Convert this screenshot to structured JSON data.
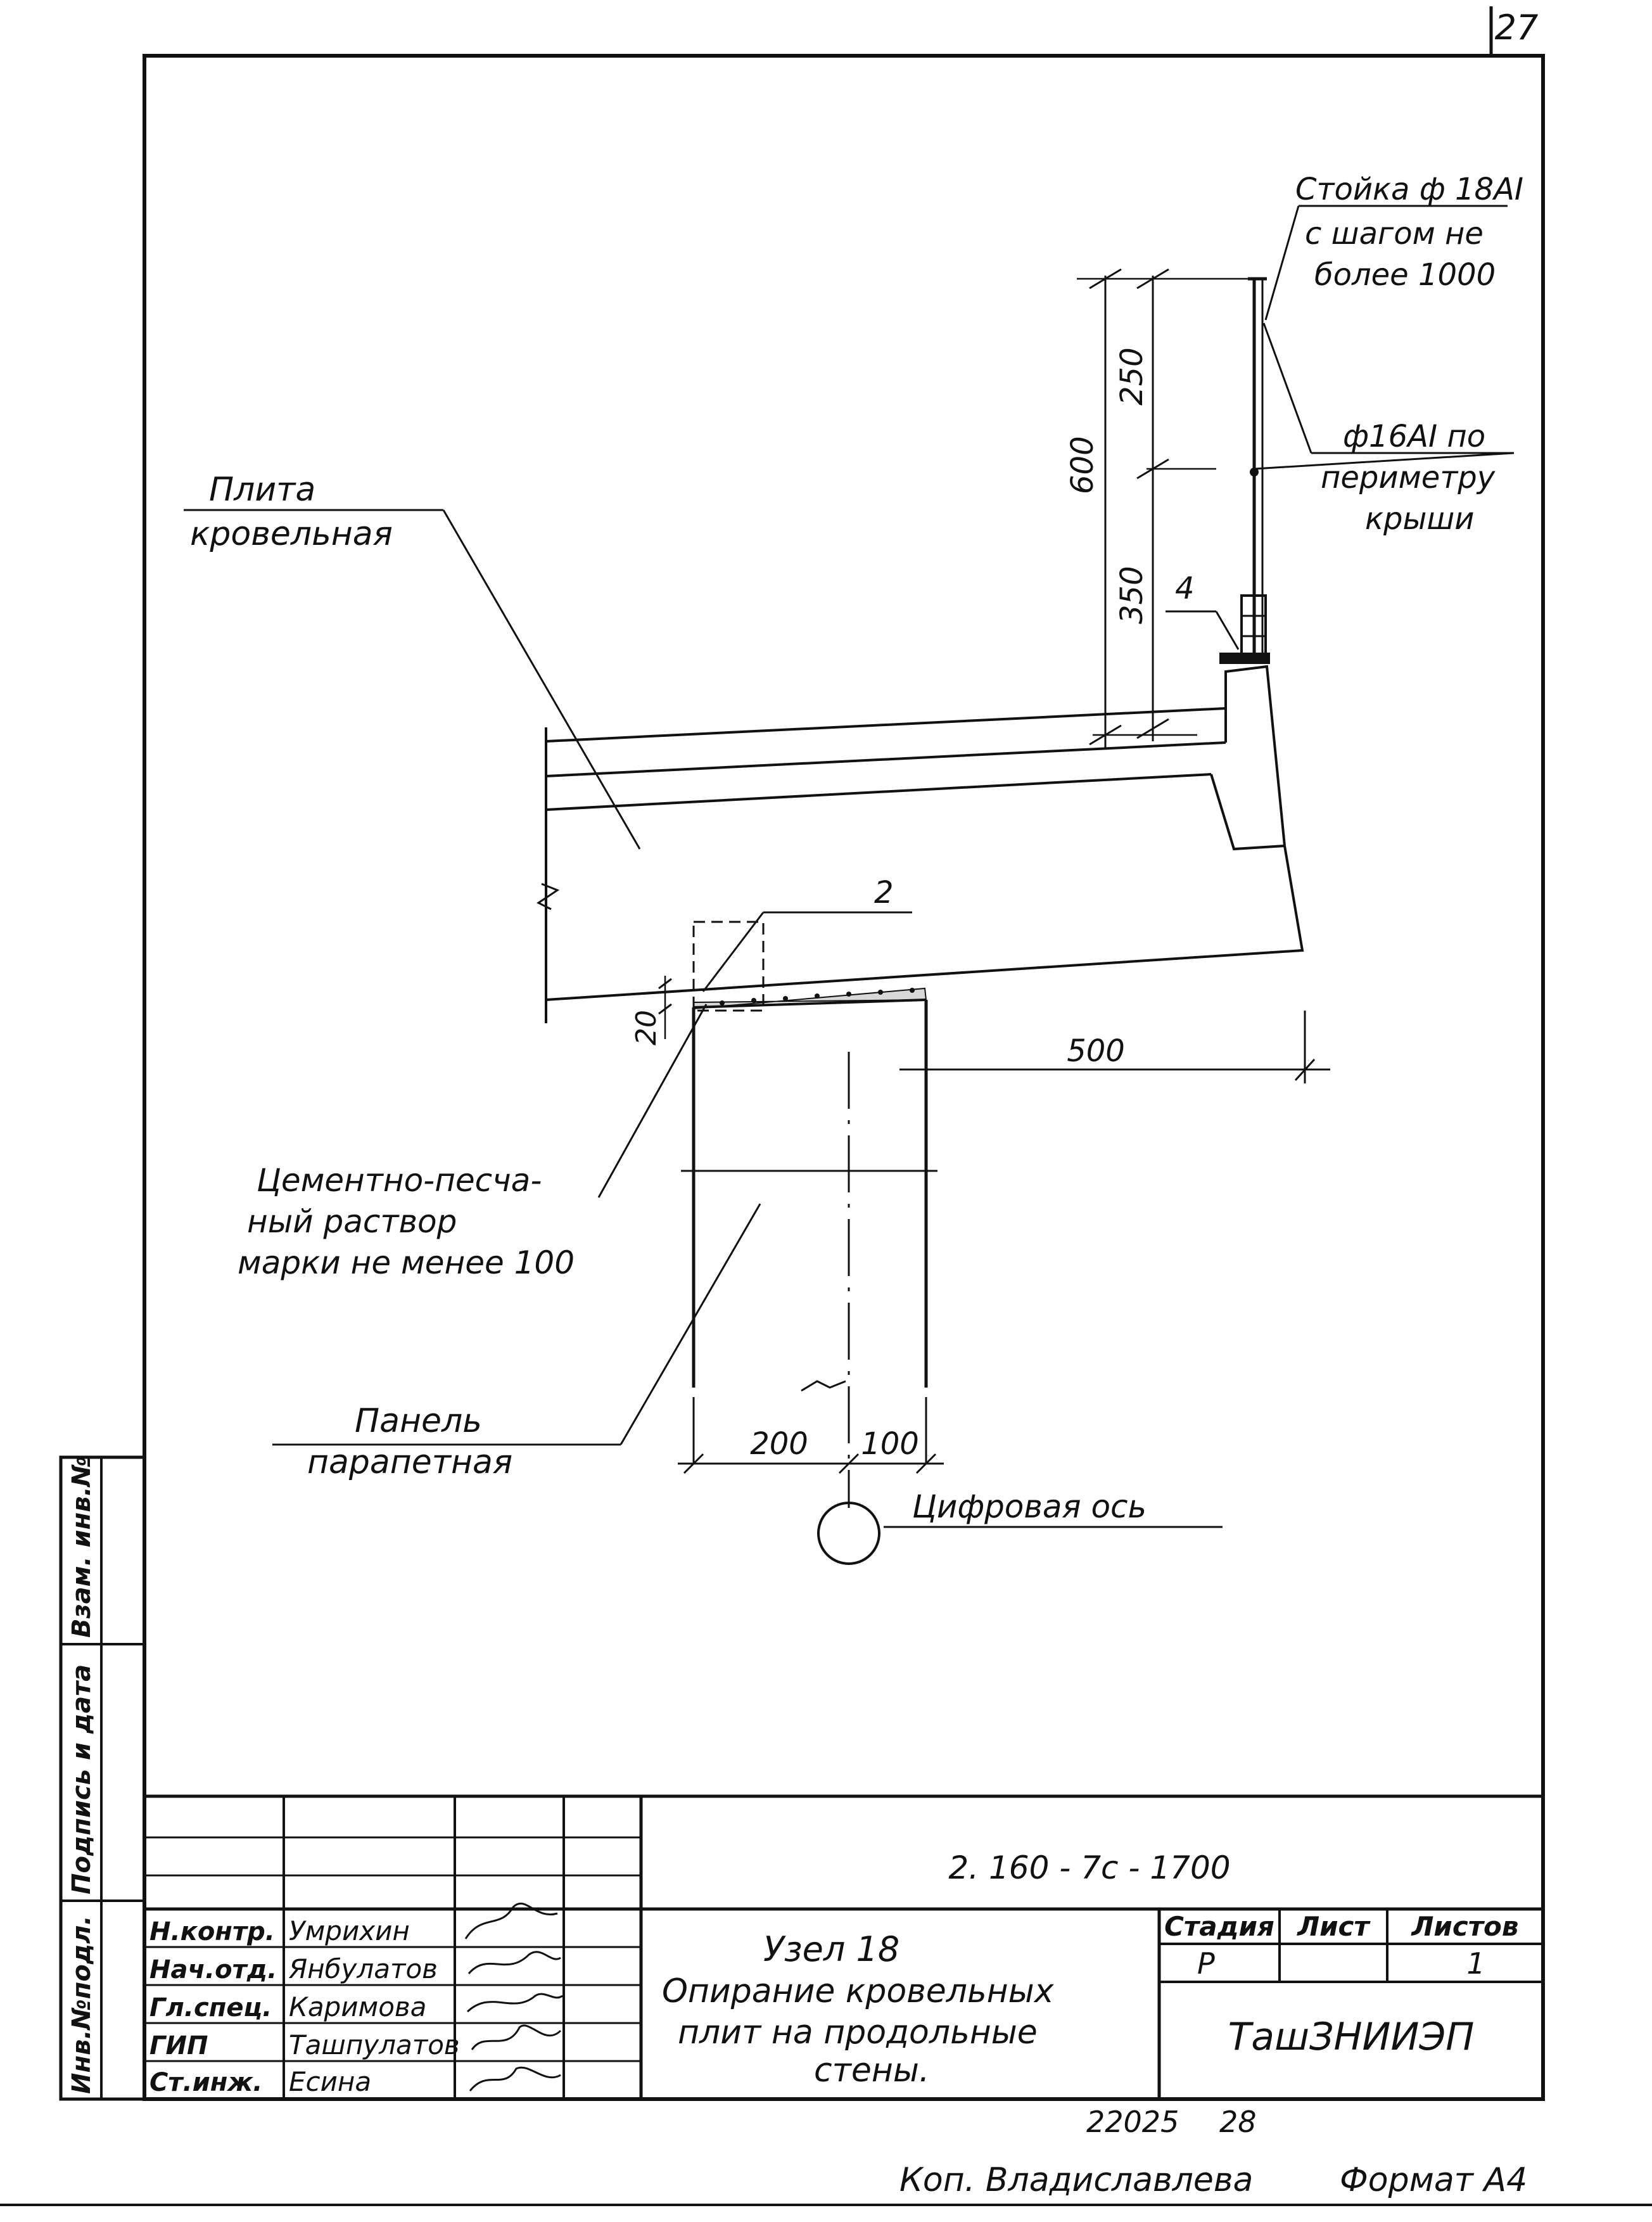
{
  "sheet_number": "27",
  "drawing": {
    "labels": {
      "plate_line1": "Плита",
      "plate_line2": "кровельная",
      "post_line1": "Стойка ф 18AI",
      "post_line2": "с шагом не",
      "post_line3": "более 1000",
      "rail_line1": "ф16AI по",
      "rail_line2": "периметру",
      "rail_line3": "крыши",
      "mortar_line1": "Цементно-песча-",
      "mortar_line2": "ный раствор",
      "mortar_line3": "марки не менее 100",
      "panel_line1": "Панель",
      "panel_line2": "парапетная",
      "axis_label": "Цифровая ось",
      "callout_2": "2",
      "callout_4": "4"
    },
    "dimensions": {
      "d600": "600",
      "d250": "250",
      "d350": "350",
      "d20": "20",
      "d500": "500",
      "d200": "200",
      "d100": "100"
    }
  },
  "title_block": {
    "doc_code": "2. 160 - 7c - 1700",
    "node_title": "Узел 18",
    "desc_line1": "Опирание кровельных",
    "desc_line2": "плит на продольные",
    "desc_line3": "стены.",
    "col_stage": "Стадия",
    "col_sheet": "Лист",
    "col_sheets": "Листов",
    "stage_value": "Р",
    "sheets_value": "1",
    "organization": "ТашЗНИИЭП",
    "staff": [
      {
        "role": "Н.контр.",
        "name": "Умрихин"
      },
      {
        "role": "Нач.отд.",
        "name": "Янбулатов"
      },
      {
        "role": "Гл.спец.",
        "name": "Каримова"
      },
      {
        "role": "ГИП",
        "name": "Ташпулатов"
      },
      {
        "role": "Ст.инж.",
        "name": "Есина"
      }
    ]
  },
  "side_stamp": {
    "inv_no": "Инв.№подл.",
    "signature_date": "Подпись и дата",
    "replace_inv": "Взам. инв.№"
  },
  "footer": {
    "order_no": "22025",
    "order_suffix": "28",
    "copied_by": "Коп. Владиславлева",
    "format": "Формат А4"
  }
}
